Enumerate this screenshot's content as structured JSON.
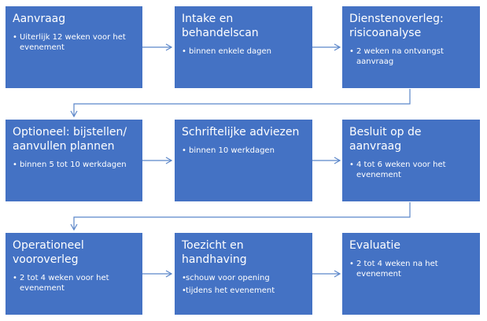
{
  "colors": {
    "box_fill": "#4472c4",
    "connector": "#5b86c9",
    "text": "#ffffff"
  },
  "rows": [
    {
      "boxes": [
        {
          "title": "Aanvraag",
          "bullets": [
            "Uiterlijk 12 weken voor het evenement"
          ]
        },
        {
          "title": "Intake en behandelscan",
          "bullets": [
            "binnen enkele dagen"
          ]
        },
        {
          "title": "Dienstenoverleg: risicoanalyse",
          "bullets": [
            "2 weken na ontvangst aanvraag"
          ]
        }
      ]
    },
    {
      "boxes": [
        {
          "title": "Optioneel: bijstellen/ aanvullen plannen",
          "bullets": [
            "binnen 5 tot 10 werkdagen"
          ]
        },
        {
          "title": "Schriftelijke adviezen",
          "bullets": [
            "binnen 10 werkdagen"
          ]
        },
        {
          "title": "Besluit op de aanvraag",
          "bullets": [
            "4 tot 6 weken voor het evenement"
          ]
        }
      ]
    },
    {
      "boxes": [
        {
          "title": "Operationeel vooroverleg",
          "bullets": [
            "2 tot 4 weken voor het evenement"
          ]
        },
        {
          "title": "Toezicht en handhaving",
          "bullets": [
            "schouw voor opening",
            "tijdens het evenement"
          ]
        },
        {
          "title": "Evaluatie",
          "bullets": [
            "2 tot 4 weken na het evenement"
          ]
        }
      ]
    }
  ]
}
